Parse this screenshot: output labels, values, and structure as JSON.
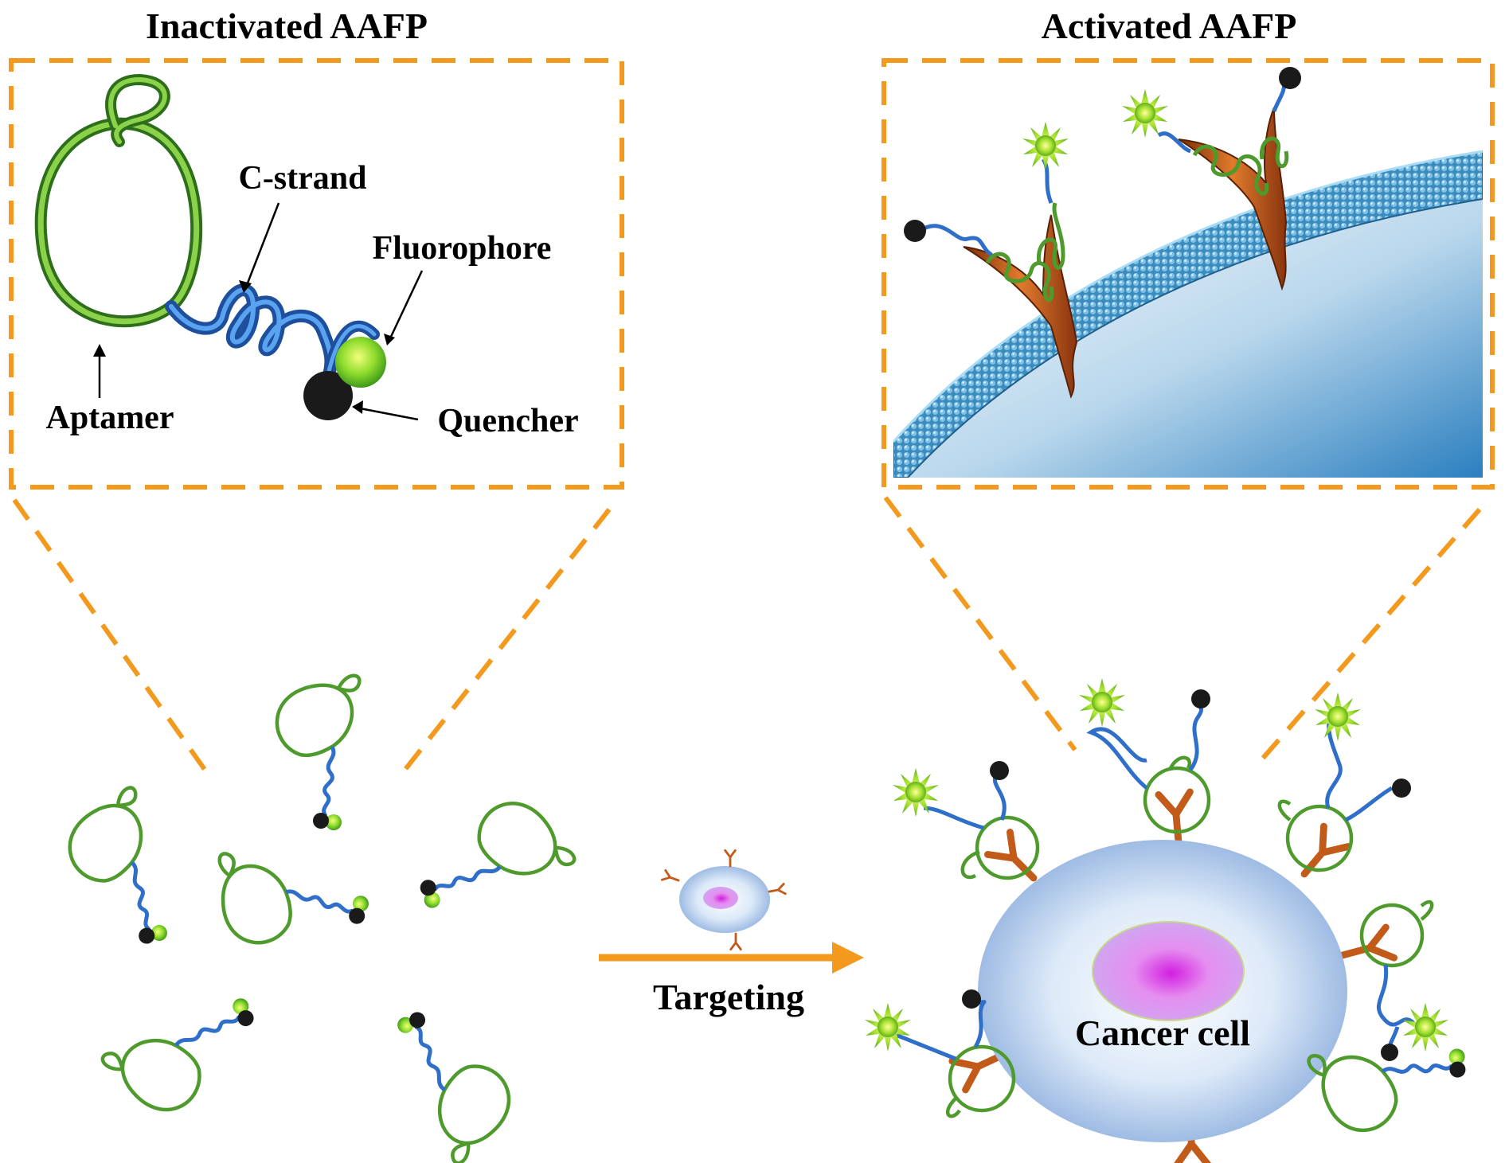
{
  "titles": {
    "inactivated": "Inactivated AAFP",
    "activated": "Activated AAFP"
  },
  "labels": {
    "c_strand": "C-strand",
    "fluorophore": "Fluorophore",
    "aptamer": "Aptamer",
    "quencher": "Quencher",
    "targeting": "Targeting",
    "cancer_cell": "Cancer cell"
  },
  "colors": {
    "aptamer_green": "#4e9a2c",
    "strand_blue": "#2f6fc9",
    "frame_orange": "#f39a1e",
    "antibody_brown": "#c25a1a",
    "quencher_black": "#1a1a1a",
    "fluor_green": "#9be33a",
    "membrane_blue": "#2b7fb8",
    "nucleus_magenta": "#d44ad9"
  }
}
